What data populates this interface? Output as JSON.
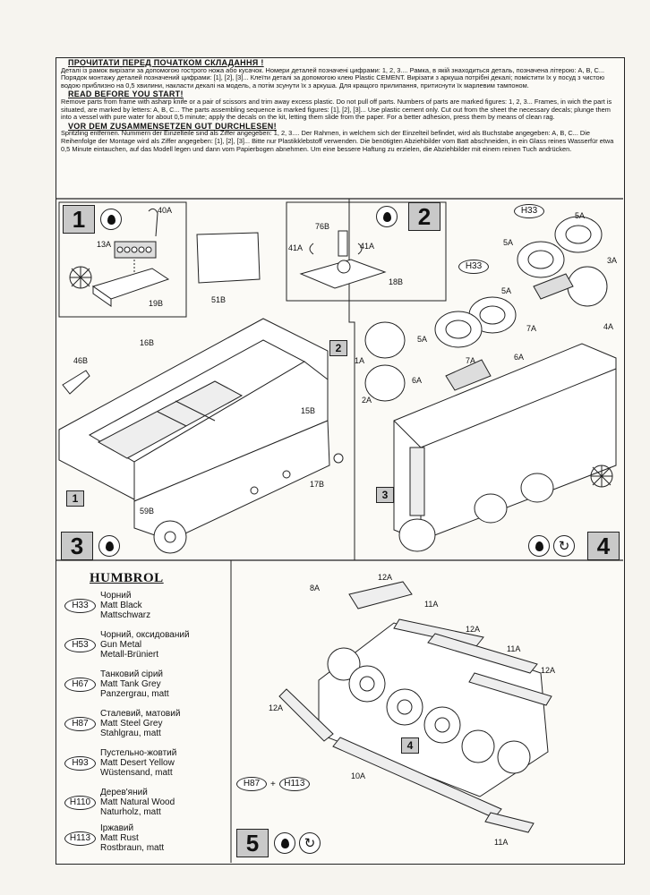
{
  "intro": {
    "ua_heading": "ПРОЧИТАТИ ПЕРЕД ПОЧАТКОМ СКЛАДАННЯ !",
    "ua_text": "Деталі із рамок вирізати за допомогою гострого ножа або кусачок. Номери деталей позначені цифрами: 1, 2, 3.... Рамка, в якій знаходиться деталь, позначена літерою: А, В, С... Порядок монтажу деталей позначений цифрами: [1], [2], [3]... Клеїти деталі за допомогою клею Plastic CEMENT. Вирізати з аркуша потрібні декалі; помістити їх у посуд з чистою водою приблизно на 0,5 хвилини, накласти декалі на модель, а потім зсунути їх з аркуша. Для кращого прилипання, притиснути їх марлевим тампоном.",
    "en_heading": "READ BEFORE YOU START!",
    "en_text": "Remove parts from frame with asharp knife or a pair of scissors and trim away excess plastic. Do not pull off parts. Numbers of parts are marked figures: 1, 2, 3... Frames, in wich the part is situated, are marked by letters: A, B, C... The parts assembling sequence is marked figures: [1], [2], [3]... Use plastic cement only. Cut out from the sheet the necessary decals; plunge them into a vessel with pure water for about 0,5 minute; apply the decals on the kit, letting them slide from the paper. For a better adhesion, press them by means of clean rag.",
    "de_heading": "VOR DEM ZUSAMMENSETZEN GUT DURCHLESEN!",
    "de_text": "Spritzling entfernen. Nummern der Einzelteile sind als Ziffer angegeben: 1, 2, 3.... Der Rahmen, in welchem sich der Einzelteil befindet, wird als Buchstabe angegeben: A, B, C... Die Reihenfolge der Montage wird als Ziffer angegeben: [1], [2], [3]... Bitte nur Plastikklebstoff verwenden. Die benötigten Abziehbilder vom Batt abschneiden, in ein Glass reines Wasserfür etwa 0,5 Minute eintauchen, auf das Modell legen und dann vom Papierbogen abnehmen. Um eine bessere Haftung zu erzielen, die Abziehbilder mit einem reinen Tuch andrücken."
  },
  "steps": {
    "s1": "1",
    "s2": "2",
    "s3": "3",
    "s4": "4",
    "s5": "5"
  },
  "labels": {
    "p40A": "40A",
    "p13A": "13A",
    "p19B": "19B",
    "p51B": "51B",
    "p76B": "76B",
    "p41A_l": "41A",
    "p41A_r": "41A",
    "p18B": "18B",
    "h33_top": "H33",
    "p5A_1": "5A",
    "p5A_2": "5A",
    "p3A": "3A",
    "p7A_1": "7A",
    "p4A": "4A",
    "h33_mid": "H33",
    "p5A_3": "5A",
    "p5A_4": "5A",
    "p1A": "1A",
    "p6A_1": "6A",
    "p7A_2": "7A",
    "p6A_2": "6A",
    "p2A": "2A",
    "p46B": "46B",
    "p16B": "16B",
    "p15B": "15B",
    "p17B": "17B",
    "p59B": "59B",
    "sub1": "1",
    "sub2": "2",
    "sub3": "3",
    "sub4": "4",
    "t8A": "8A",
    "t12A_1": "12A",
    "t11A_1": "11A",
    "t12A_2": "12A",
    "t11A_2": "11A",
    "t12A_3": "12A",
    "t12A_4": "12A",
    "t10A": "10A",
    "t11A_3": "11A"
  },
  "humbrol": {
    "title": "HUMBROL",
    "paints": [
      {
        "code": "H33",
        "ua": "Чорний",
        "en": "Matt Black",
        "de": "Mattschwarz"
      },
      {
        "code": "H53",
        "ua": "Чорний, оксидований",
        "en": "Gun Metal",
        "de": "Metall-Brüniert"
      },
      {
        "code": "H67",
        "ua": "Танковий сірий",
        "en": "Matt Tank Grey",
        "de": "Panzergrau, matt"
      },
      {
        "code": "H87",
        "ua": "Сталевий, матовий",
        "en": "Matt Steel Grey",
        "de": "Stahlgrau, matt"
      },
      {
        "code": "H93",
        "ua": "Пустельно-жовтий",
        "en": "Matt Desert Yellow",
        "de": "Wüstensand, matt"
      },
      {
        "code": "H110",
        "ua": "Дерев'яний",
        "en": "Matt Natural Wood",
        "de": "Naturholz, matt"
      },
      {
        "code": "H113",
        "ua": "Іржавий",
        "en": "Matt Rust",
        "de": "Rostbraun, matt"
      }
    ],
    "mix": {
      "a": "H87",
      "plus": "+",
      "b": "H113"
    }
  }
}
